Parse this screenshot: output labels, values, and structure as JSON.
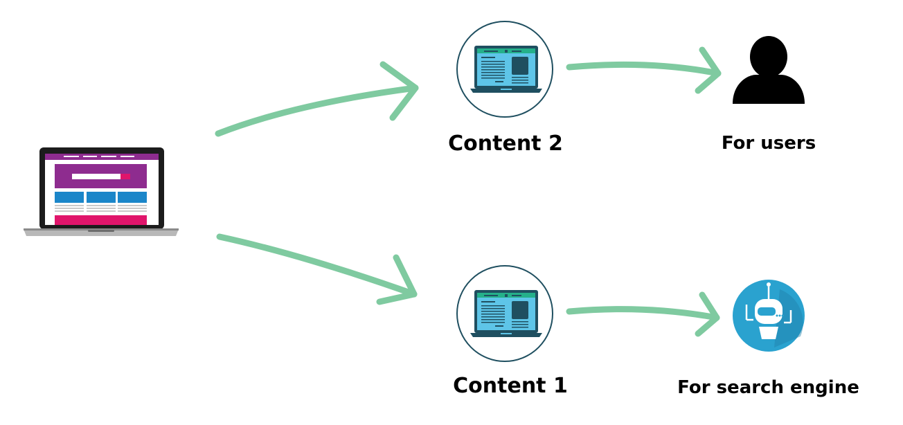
{
  "nodes": {
    "content_2": {
      "label": "Content 2"
    },
    "content_1": {
      "label": "Content 1"
    },
    "users": {
      "label": "For users"
    },
    "search_engine": {
      "label": "For search engine"
    }
  },
  "colors": {
    "arrow": "#7fcaa0",
    "circle_border": "#1f4f60",
    "screen": "#5ec5e8",
    "screen_header": "#25b08a",
    "site_header": "#8e2c8f",
    "site_accent": "#e0156b",
    "site_blue": "#1b86c9",
    "robot_bg": "#2aa2cf"
  },
  "icons": {
    "source": "laptop-website-icon",
    "content_2": "laptop-content-icon",
    "content_1": "laptop-content-icon",
    "users": "user-silhouette-icon",
    "search_engine": "robot-icon"
  }
}
